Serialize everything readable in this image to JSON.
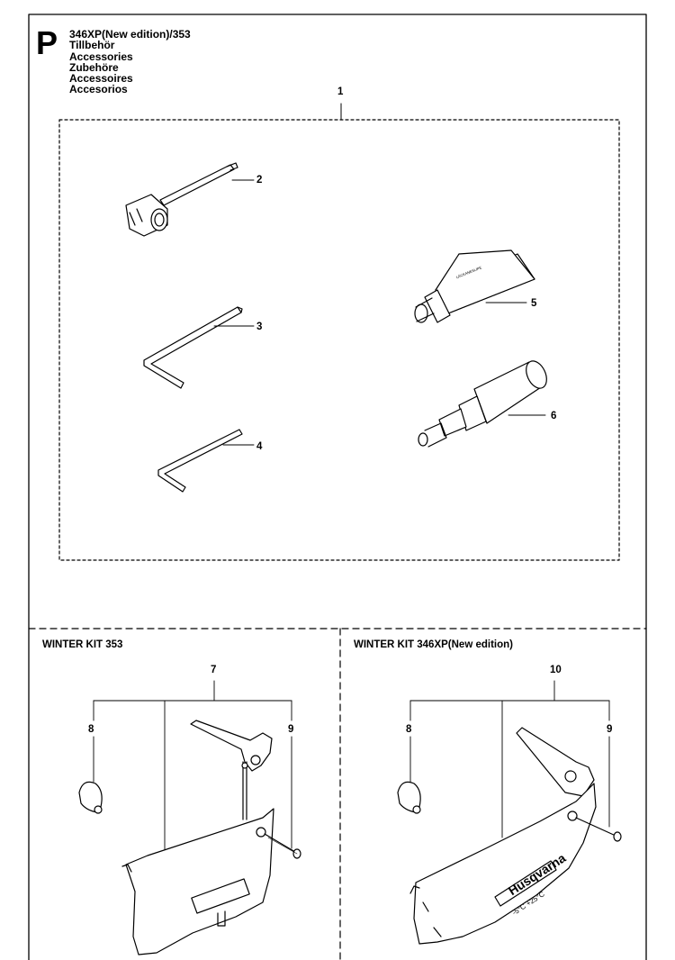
{
  "header": {
    "section_letter": "P",
    "model": "346XP(New edition)/353",
    "lines": [
      "Tillbehör",
      "Accessories",
      "Zubehöre",
      "Accessoires",
      "Accesorios"
    ]
  },
  "callouts": {
    "kit": "1",
    "combination_spanner": "2",
    "hex_key_large": "3",
    "hex_key_small": "4",
    "grease_tube": "5",
    "grease_gun": "6",
    "winter_kit_353": "7",
    "plug_left": "8",
    "lever_left": "9",
    "winter_kit_346": "10",
    "plug_right": "8",
    "screw_right": "9"
  },
  "winter_kits": {
    "left_title": "WINTER KIT 353",
    "right_title": "WINTER KIT 346XP(New edition)"
  },
  "cover_brand": "Husqvarna",
  "cover_marks": "-5°C +25°C",
  "tube_label": "LÄCKANESLIPE"
}
